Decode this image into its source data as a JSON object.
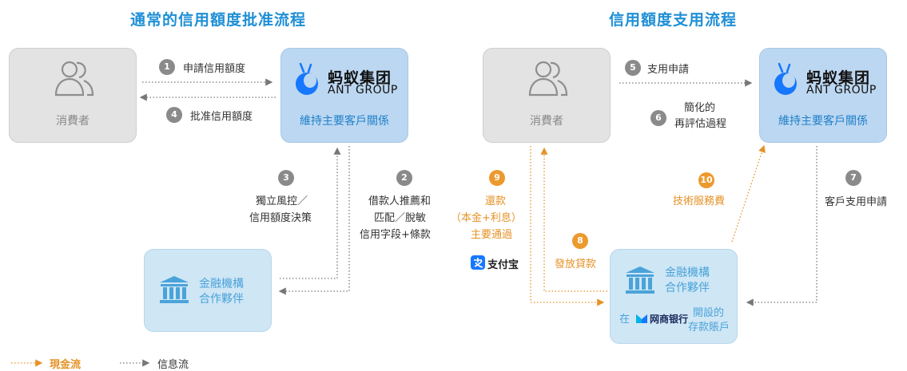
{
  "titles": {
    "left": "通常的信用額度批准流程",
    "right": "信用額度支用流程"
  },
  "consumer": "消費者",
  "ant": {
    "cn": "蚂蚁集团",
    "en": "ANT GROUP",
    "role": "維持主要客戶關係"
  },
  "bank": {
    "line1": "金融機構",
    "line2": "合作夥伴"
  },
  "steps": {
    "s1": {
      "num": "1",
      "label": "申請信用額度"
    },
    "s2": {
      "num": "2",
      "line1": "借款人推薦和",
      "line2": "匹配／脫敏",
      "line3": "信用字段+條款"
    },
    "s3": {
      "num": "3",
      "line1": "獨立風控／",
      "line2": "信用額度決策"
    },
    "s4": {
      "num": "4",
      "label": "批准信用額度"
    },
    "s5": {
      "num": "5",
      "label": "支用申請"
    },
    "s6": {
      "num": "6",
      "line1": "簡化的",
      "line2": "再評估過程"
    },
    "s7": {
      "num": "7",
      "label": "客戶支用申請"
    },
    "s8": {
      "num": "8",
      "label": "發放貸款"
    },
    "s9": {
      "num": "9",
      "line1": "還款",
      "line2": "（本金+利息）",
      "line3": "主要通過"
    },
    "s10": {
      "num": "10",
      "label": "技術服務費"
    }
  },
  "alipay": "支付宝",
  "account": {
    "prefix": "在",
    "bank_logo": "网商银行",
    "line1": "開設的",
    "line2": "存款賬戶"
  },
  "legend": {
    "cash": "現金流",
    "info": "信息流"
  },
  "colors": {
    "title_blue": "#1f8fd6",
    "orange": "#e59226",
    "gray_box": "#e3e3e3",
    "ant_box": "#bcd7f1",
    "bank_box": "#cfe6f5"
  },
  "icons": [
    "people-icon",
    "ant-logo-icon",
    "bank-icon",
    "alipay-icon",
    "mybank-icon"
  ]
}
